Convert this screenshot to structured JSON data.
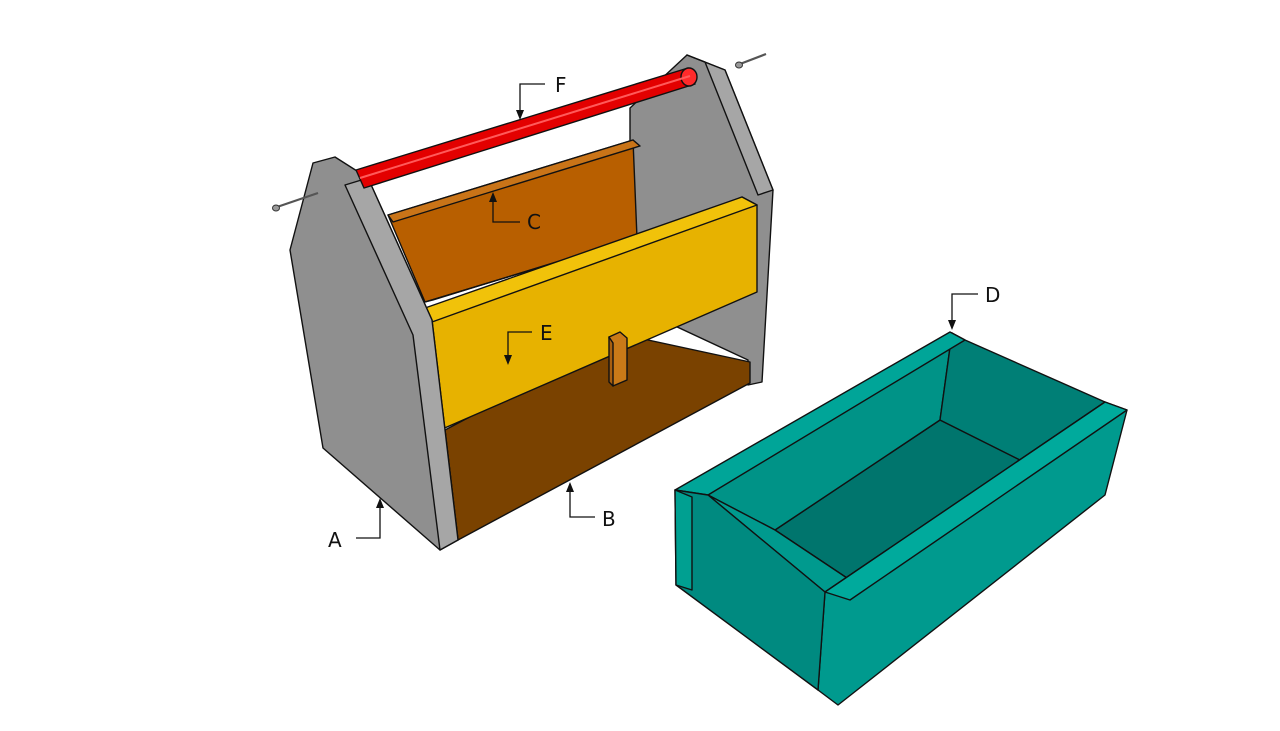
{
  "labels": {
    "a": "A",
    "b": "B",
    "c": "C",
    "d": "D",
    "e": "E",
    "f": "F"
  },
  "colors": {
    "background": "#ffffff",
    "side_panel": "#8f8f8f",
    "side_bevel": "#a6a6a6",
    "back_panel": "#b85f00",
    "bottom_panel": "#7a4200",
    "divider": "#e7b200",
    "handle": "#e30000",
    "tray": "#008a80",
    "outline": "#111111"
  }
}
